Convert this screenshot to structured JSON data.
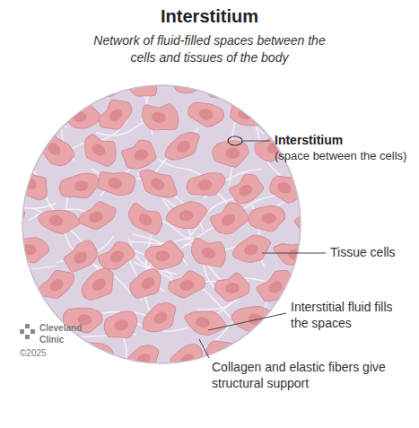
{
  "diagram": {
    "title": "Interstitium",
    "caption": "Network of fluid-filled spaces between the cells and tissues of the body",
    "labels": [
      "Interstitium",
      "(space between the cells)",
      "Tissue cells",
      "Interstitial fluid fills the spaces",
      "Collagen and elastic fibers give structural support",
      "Cleveland Clinic",
      "©2025"
    ]
  }
}
